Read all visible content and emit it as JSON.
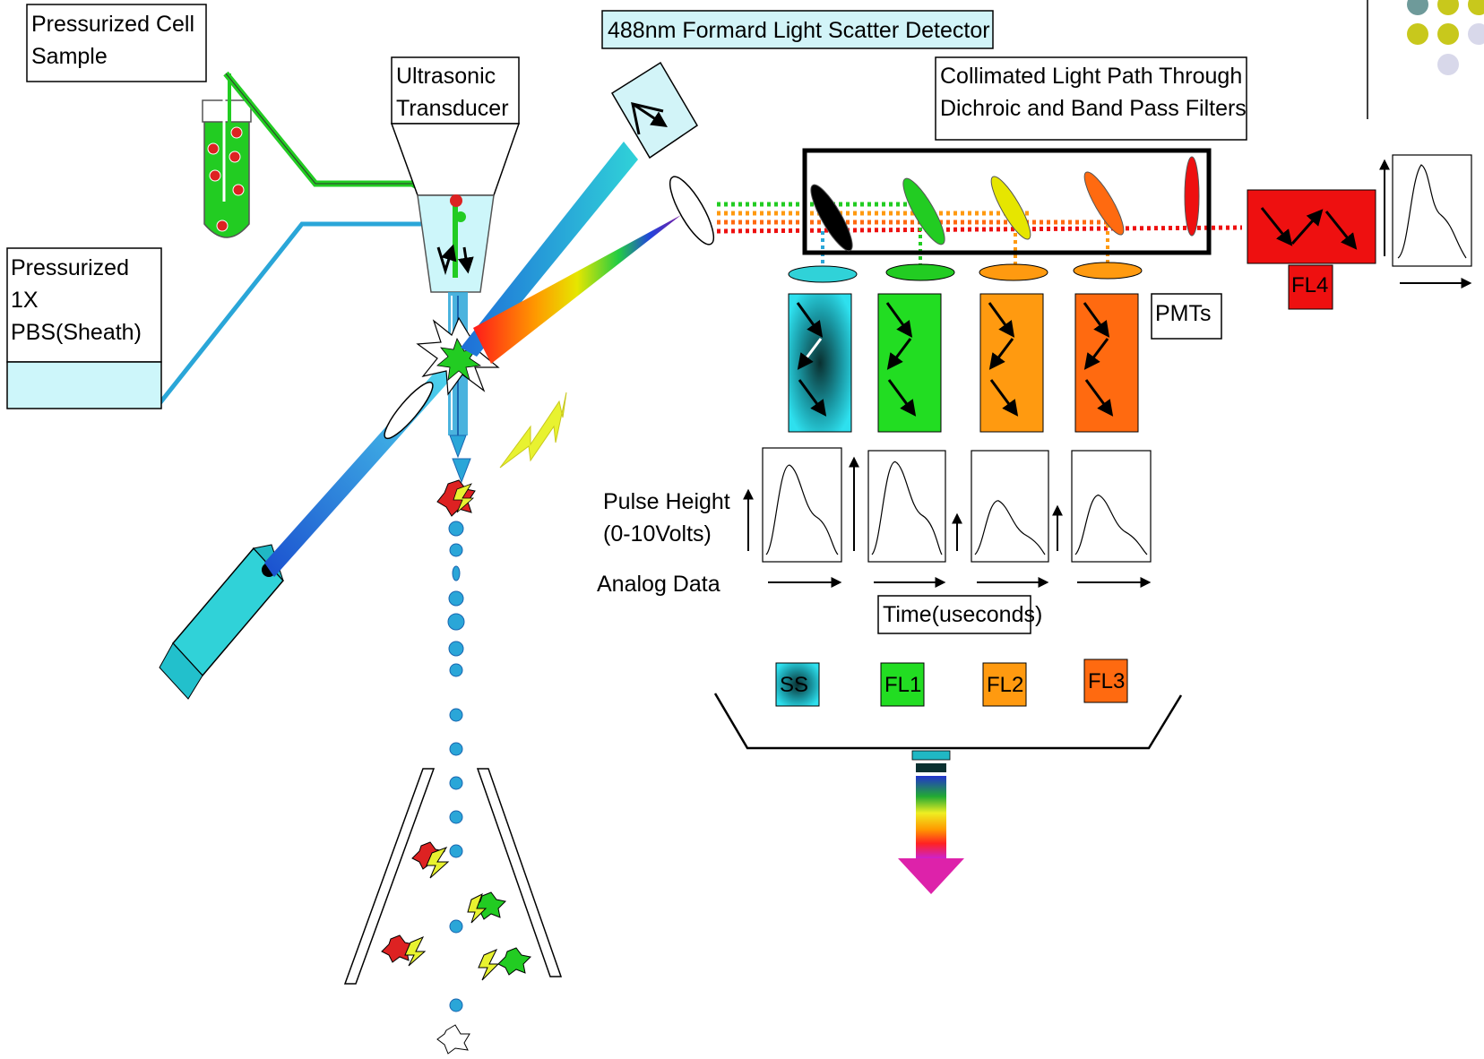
{
  "labels": {
    "cell_sample": [
      "Pressurized Cell",
      "Sample"
    ],
    "sheath": [
      "Pressurized",
      "1X",
      "PBS(Sheath)"
    ],
    "transducer": [
      "Ultrasonic",
      "Transducer"
    ],
    "forward_detector": "488nm Formard Light Scatter Detector",
    "collimated": [
      "Collimated Light Path Through",
      "Dichroic and Band Pass Filters"
    ],
    "pmts": "PMTs",
    "pulse_height": [
      "Pulse Height",
      "(0-10Volts)"
    ],
    "analog_data": "Analog Data",
    "time": "Time(useconds)"
  },
  "channels": [
    {
      "label": "SS",
      "color": "#28c8d8"
    },
    {
      "label": "FL1",
      "color": "#22dd22"
    },
    {
      "label": "FL2",
      "color": "#ff9a10"
    },
    {
      "label": "FL3",
      "color": "#ff6a10"
    },
    {
      "label": "FL4",
      "color": "#ee1010"
    }
  ],
  "colors": {
    "dot_olive": "#c8c81c",
    "dot_teal": "#6e9a9a",
    "dot_lavender": "#d8d8ea",
    "sheath_fluid": "#cdf6fa",
    "laser": "#2aa6d8",
    "detector_fill": "#d2f4f8"
  }
}
